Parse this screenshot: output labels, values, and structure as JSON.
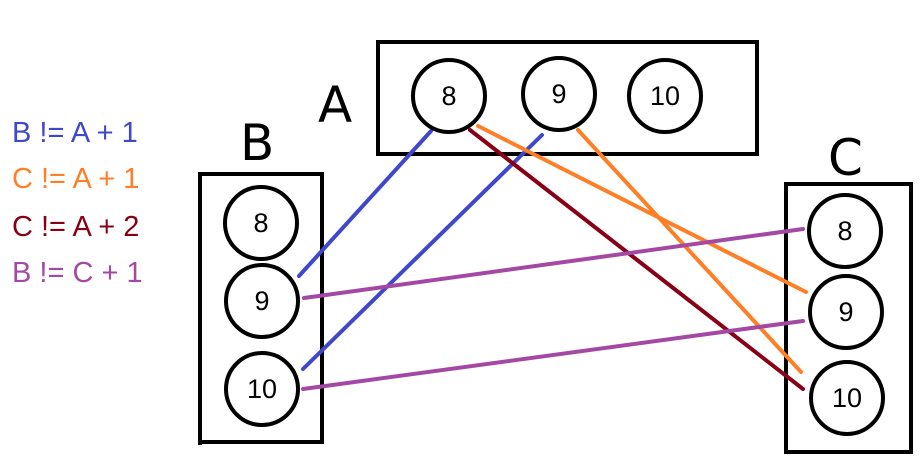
{
  "legend": [
    {
      "text": "B != A + 1",
      "color": "#3f48cc"
    },
    {
      "text": "C != A + 1",
      "color": "#ff7f27"
    },
    {
      "text": "C != A + 2",
      "color": "#880015"
    },
    {
      "text": "B != C + 1",
      "color": "#a349a4"
    }
  ],
  "groups": {
    "A": {
      "label": "A",
      "values": [
        "8",
        "9",
        "10"
      ]
    },
    "B": {
      "label": "B",
      "values": [
        "8",
        "9",
        "10"
      ]
    },
    "C": {
      "label": "C",
      "values": [
        "8",
        "9",
        "10"
      ]
    }
  },
  "edges": [
    {
      "from": "B.9",
      "to": "A.8",
      "color": "#3f48cc"
    },
    {
      "from": "B.10",
      "to": "A.9",
      "color": "#3f48cc"
    },
    {
      "from": "A.8",
      "to": "C.9",
      "color": "#ff7f27"
    },
    {
      "from": "A.9",
      "to": "C.10",
      "color": "#ff7f27"
    },
    {
      "from": "A.8",
      "to": "C.10",
      "color": "#880015"
    },
    {
      "from": "B.9",
      "to": "C.8",
      "color": "#a349a4"
    },
    {
      "from": "B.10",
      "to": "C.9",
      "color": "#a349a4"
    }
  ]
}
